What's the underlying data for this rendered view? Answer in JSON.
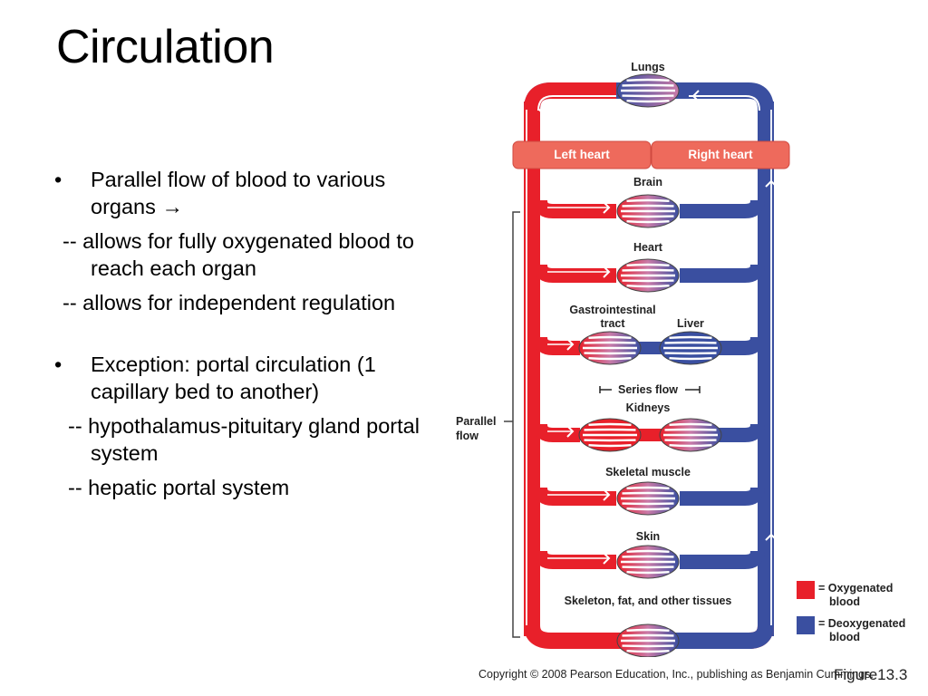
{
  "slide": {
    "title": "Circulation",
    "bullets": [
      {
        "marker": "•",
        "text": "Parallel flow of blood to various organs →"
      },
      {
        "text": "-- allows for fully oxygenated blood to reach each organ"
      },
      {
        "text": "-- allows for independent regulation"
      },
      {
        "marker": "•",
        "text": "Exception: portal circulation (1 capillary bed to another)"
      },
      {
        "text": "-- hypothalamus-pituitary gland portal system"
      },
      {
        "text": "-- hepatic portal system"
      }
    ],
    "figure_label": "Figure13.3"
  },
  "diagram": {
    "labels": {
      "lungs": "Lungs",
      "left_heart": "Left heart",
      "right_heart": "Right heart",
      "brain": "Brain",
      "heart": "Heart",
      "gi_line1": "Gastrointestinal",
      "gi_line2": "tract",
      "liver": "Liver",
      "series_flow": "Series flow",
      "kidneys": "Kidneys",
      "skeletal_muscle": "Skeletal muscle",
      "skin": "Skin",
      "skeleton": "Skeleton, fat, and other tissues",
      "parallel_line1": "Parallel",
      "parallel_line2": "flow"
    },
    "legend": {
      "oxygenated_line1": "= Oxygenated",
      "oxygenated_line2": "blood",
      "deoxygenated_line1": "= Deoxygenated",
      "deoxygenated_line2": "blood"
    },
    "colors": {
      "oxygenated": "#e8202a",
      "deoxygenated": "#3a4fa0",
      "heart_box": "#ee6a5c"
    },
    "copyright": "Copyright © 2008 Pearson Education, Inc., publishing as Benjamin Cummings."
  }
}
